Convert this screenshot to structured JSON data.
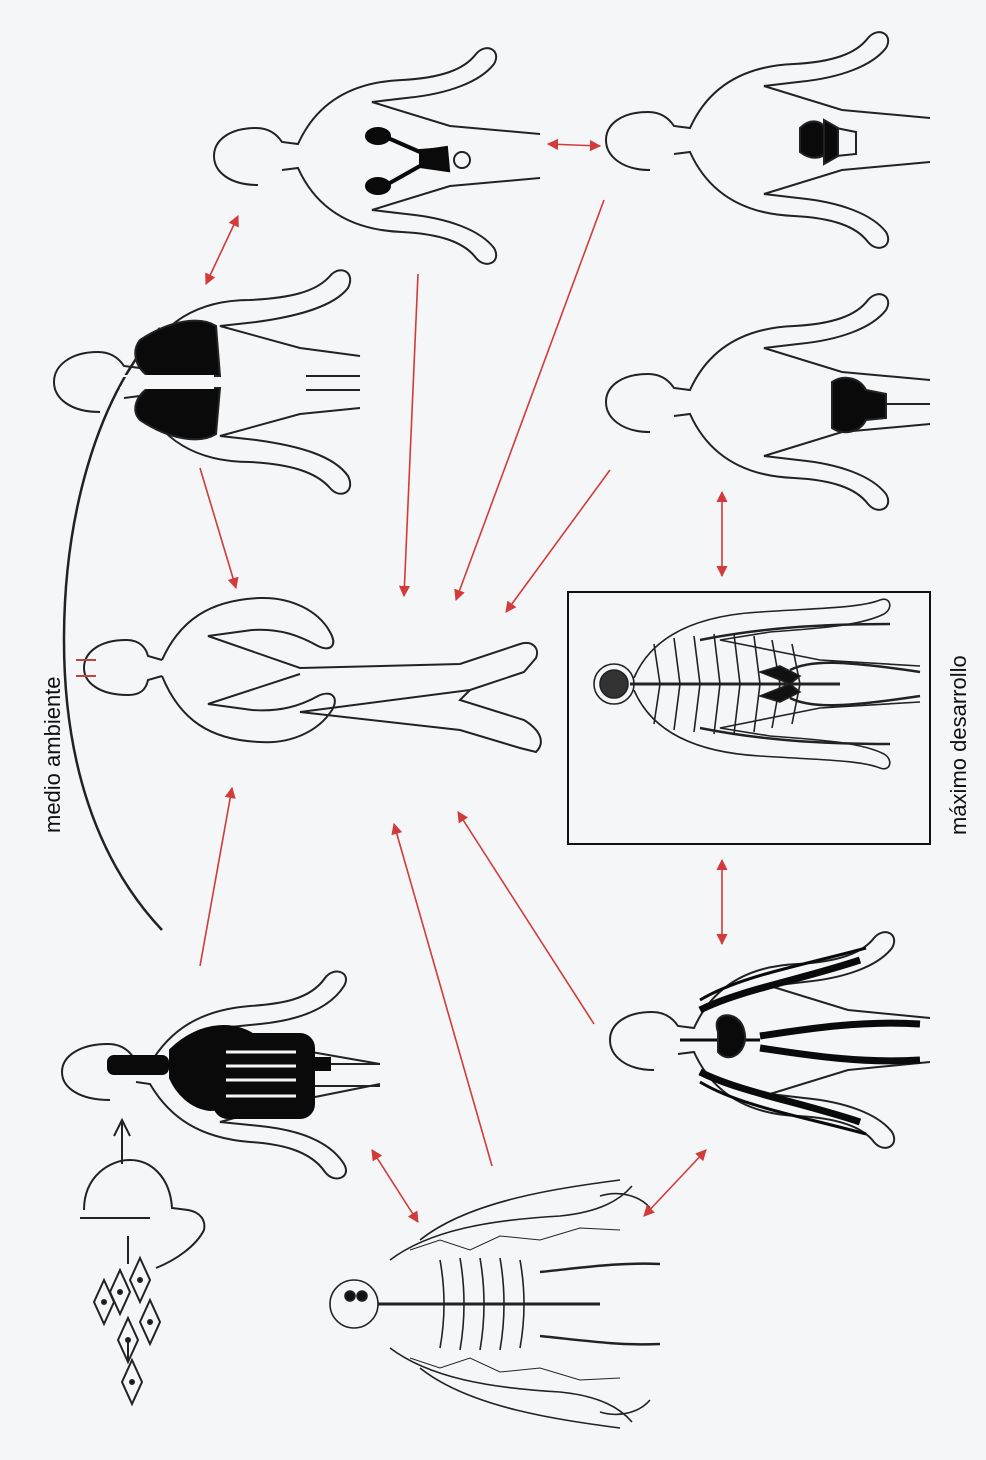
{
  "labels": {
    "environment": "medio ambiente",
    "max_development": "máximo desarrollo"
  },
  "colors": {
    "arrow": "#d33a3a",
    "outline": "#222222",
    "organ": "#0a0a0a",
    "background": "#f4f6f8",
    "box": "#111111"
  },
  "figures": [
    {
      "id": "central-body",
      "system": "whole organism (central)"
    },
    {
      "id": "respiratory",
      "system": "lungs"
    },
    {
      "id": "urinary",
      "system": "kidneys"
    },
    {
      "id": "reproductive-female",
      "system": "uterus / ovaries"
    },
    {
      "id": "reproductive-male",
      "system": "male genitals"
    },
    {
      "id": "nervous",
      "system": "brain and spinal nerves (boxed)"
    },
    {
      "id": "circulatory",
      "system": "heart and vessels"
    },
    {
      "id": "musculoskeletal",
      "system": "skeleton and muscles"
    },
    {
      "id": "digestive",
      "system": "stomach and intestines"
    },
    {
      "id": "cell-origin",
      "system": "cells to tissue"
    }
  ]
}
